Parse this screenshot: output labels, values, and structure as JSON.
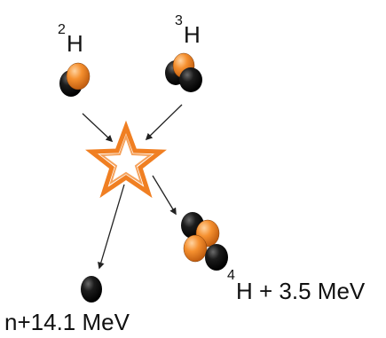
{
  "labels": {
    "deuterium": {
      "mass": "2",
      "symbol": "H"
    },
    "tritium": {
      "mass": "3",
      "symbol": "H"
    },
    "helium": {
      "mass": "4",
      "symbol": "H",
      "energy": " + 3.5 MeV"
    },
    "neutron": "n+14.1 MeV"
  },
  "colors": {
    "proton": "#f08a2c",
    "neutron": "#111111",
    "star_outline": "#f07f22",
    "arrow": "#222222"
  }
}
